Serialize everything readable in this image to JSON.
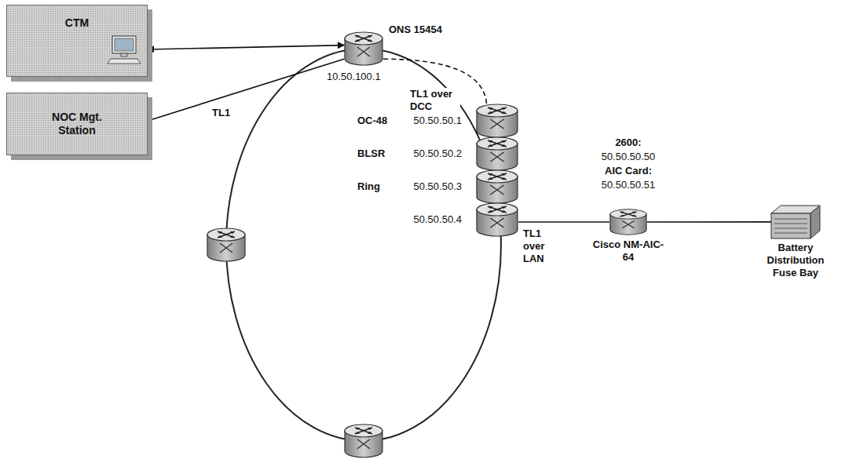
{
  "diagram": {
    "nodes": [
      {
        "text": [
          "CTM"
        ]
      },
      {
        "text": [
          "NOC Mgt. Station"
        ]
      },
      {
        "text": [
          "ONS 15454",
          "10.50.100.1"
        ]
      },
      {
        "text": [
          "50.50.50.1",
          "50.50.50.2",
          "50.50.50.3",
          "50.50.50.4"
        ]
      },
      {
        "text": [
          "2600:",
          "50.50.50.50",
          "AIC Card:",
          "50.50.50.51",
          "Cisco NM-AIC-64"
        ]
      },
      {
        "text": [
          "Battery Distribution Fuse Bay"
        ]
      }
    ],
    "edges": [
      {
        "from": 0,
        "to": 2,
        "arrow": "both"
      },
      {
        "from": 1,
        "to": 2,
        "label": "TL1",
        "arrow": "none"
      },
      {
        "from": 2,
        "to": 3,
        "label": "TL1 over DCC",
        "arrow": "none"
      },
      {
        "from": 3,
        "to": 4,
        "label": "TL1 over LAN",
        "arrow": "none"
      },
      {
        "from": 4,
        "to": 5,
        "arrow": "none"
      }
    ],
    "labels": [
      "OC-48 BLSR Ring"
    ]
  }
}
